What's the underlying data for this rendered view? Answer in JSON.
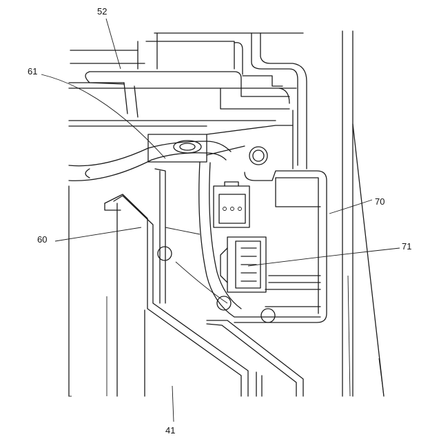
{
  "labels": {
    "ref_52": "52",
    "ref_61": "61",
    "ref_60": "60",
    "ref_70": "70",
    "ref_71": "71",
    "ref_41": "41"
  }
}
